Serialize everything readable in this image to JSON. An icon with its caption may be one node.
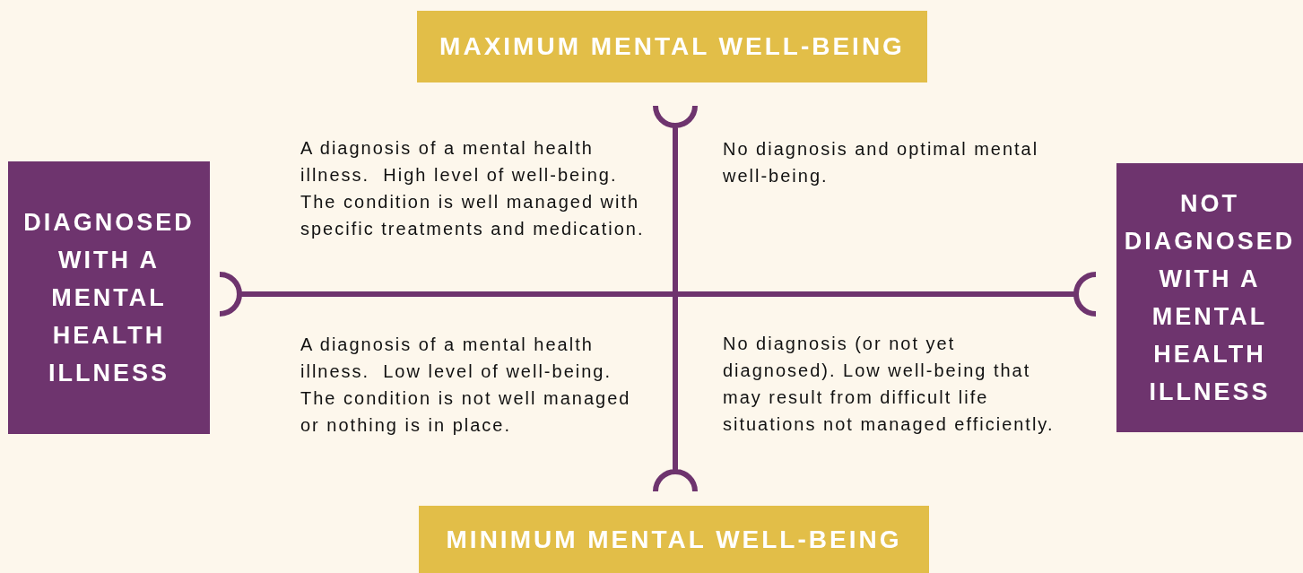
{
  "diagram": {
    "nodes": [
      {
        "text": [
          "MAXIMUM MENTAL WELL-BEING"
        ]
      },
      {
        "text": [
          "DIAGNOSED WITH A MENTAL HEALTH ILLNESS"
        ]
      },
      {
        "text": [
          "NOT DIAGNOSED WITH A MENTAL HEALTH ILLNESS"
        ]
      },
      {
        "text": [
          "MINIMUM MENTAL WELL-BEING"
        ]
      }
    ],
    "edges": [],
    "labels": [
      "A diagnosis of a mental health illness.  High level of well-being.  The condition is well managed with specific treatments and medication.",
      "No diagnosis and optimal mental well-being.",
      "A diagnosis of a mental health illness.  Low level of well-being.  The condition is not well managed or nothing is in place.",
      "No diagnosis (or not yet diagnosed). Low well-being that may result from difficult life situations not managed efficiently."
    ]
  }
}
